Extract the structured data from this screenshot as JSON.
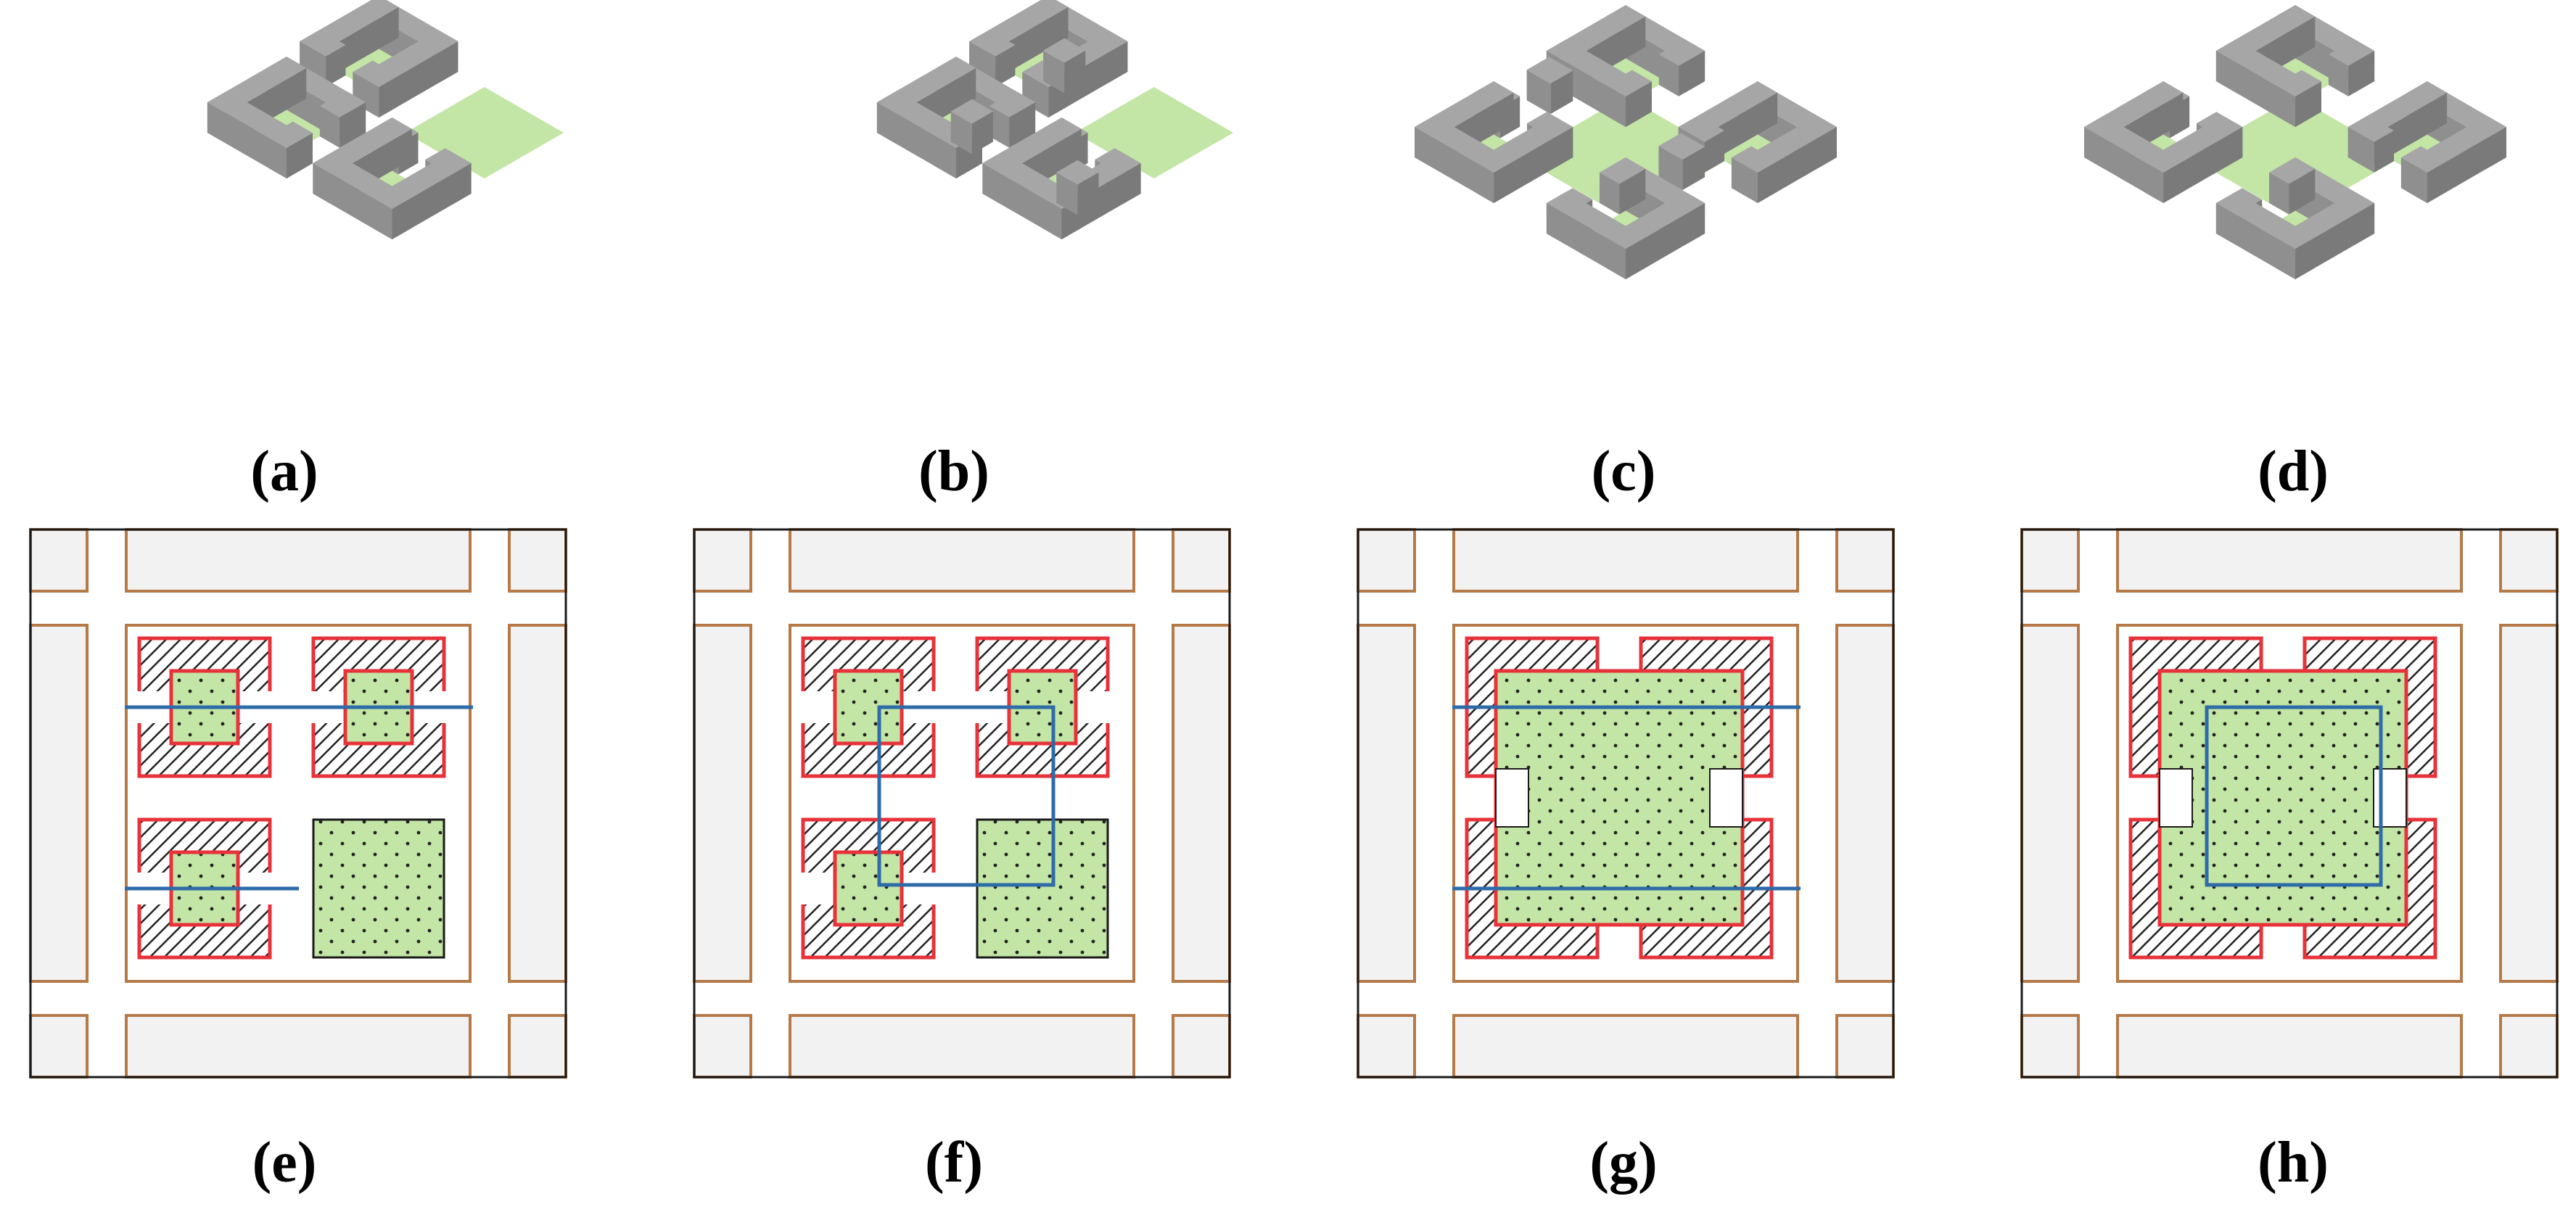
{
  "captions": [
    "(a)",
    "(b)",
    "(c)",
    "(d)",
    "(e)",
    "(f)",
    "(g)",
    "(h)"
  ],
  "colors": {
    "wall_top": "#a6a6a6",
    "wall_left": "#8f8f8f",
    "wall_right": "#7a7a7a",
    "green": "#c3e5a5",
    "gray_fill": "#f2f2f2",
    "frame_brown": "#b57a48",
    "outline_red": "#e8323a",
    "line_blue": "#2e6ba8",
    "border": "#1a1a1a"
  },
  "panels": {
    "a": {
      "description_icon": "isometric-split-rings-separate-patch"
    },
    "b": {
      "description_icon": "isometric-split-rings-with-stubs"
    },
    "c": {
      "description_icon": "isometric-connected-patch-with-stubs"
    },
    "d": {
      "description_icon": "isometric-connected-patch"
    },
    "e": {
      "description_icon": "layout-three-cells-one-patch"
    },
    "f": {
      "description_icon": "layout-cells-loop"
    },
    "g": {
      "description_icon": "layout-merged-patch"
    },
    "h": {
      "description_icon": "layout-merged-patch-loop"
    }
  }
}
